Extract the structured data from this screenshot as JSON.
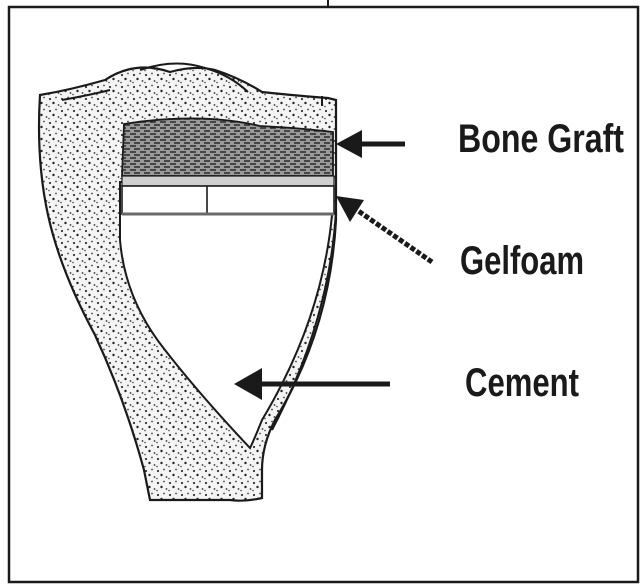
{
  "labels": {
    "bone_graft": "Bone Graft",
    "gelfoam": "Gelfoam",
    "cement": "Cement"
  },
  "colors": {
    "ink": "#1a1a1a",
    "bone_fill": "#f2f2f2",
    "graft_fill": "#8a8a8a",
    "gelfoam_fill": "#ffffff",
    "cement_fill": "#ffffff"
  }
}
